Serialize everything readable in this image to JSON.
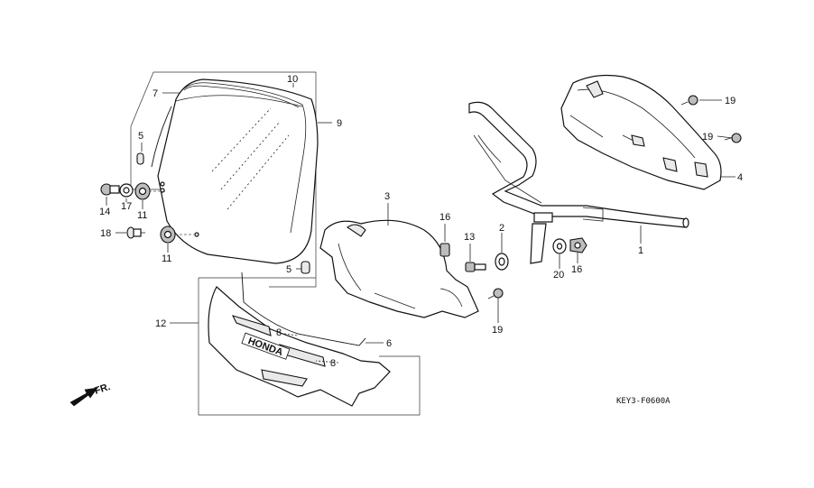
{
  "diagram": {
    "code": "KEY3-F0600A",
    "direction_label": "FR.",
    "emblem_text": "HONDA",
    "labels": {
      "p1": "1",
      "p2": "2",
      "p3": "3",
      "p4": "4",
      "p5a": "5",
      "p5b": "5",
      "p6": "6",
      "p7": "7",
      "p8a": "8",
      "p8b": "8",
      "p9": "9",
      "p10": "10",
      "p11a": "11",
      "p11b": "11",
      "p12": "12",
      "p13": "13",
      "p14": "14",
      "p16a": "16",
      "p16b": "16",
      "p17": "17",
      "p18": "18",
      "p19a": "19",
      "p19b": "19",
      "p19c": "19",
      "p20": "20"
    }
  }
}
